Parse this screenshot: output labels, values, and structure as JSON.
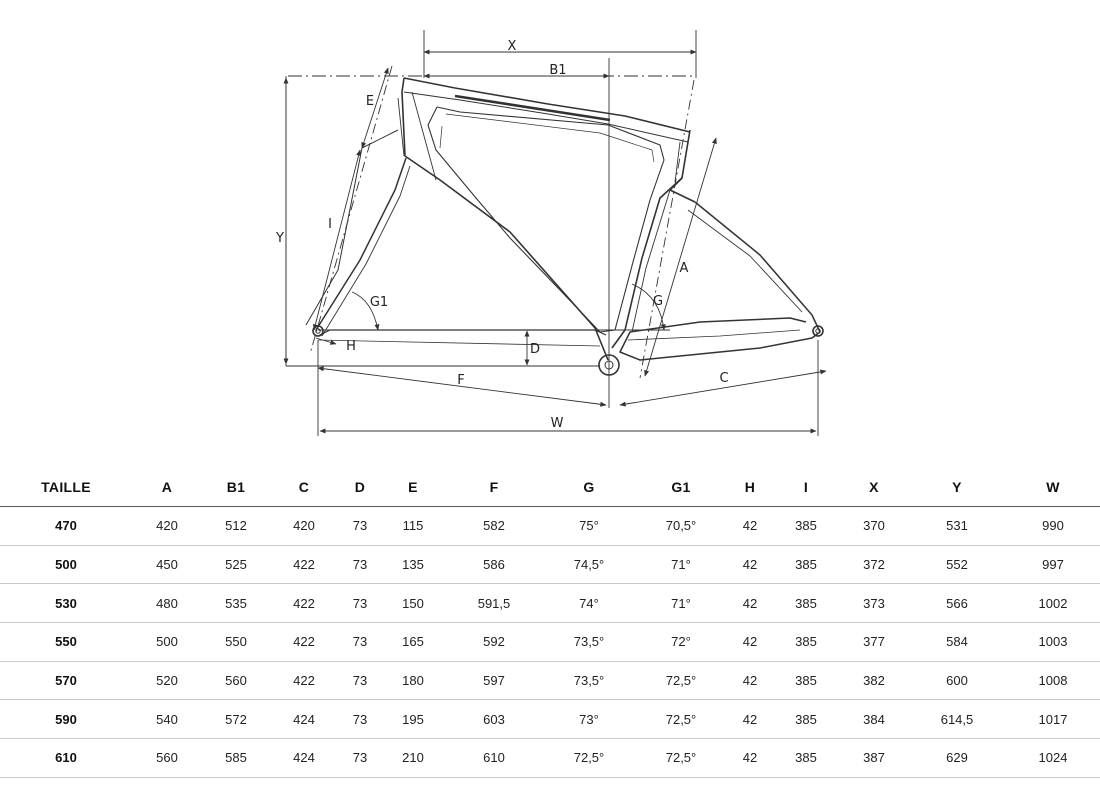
{
  "diagram": {
    "labels": {
      "X": "X",
      "B1": "B1",
      "E": "E",
      "Y": "Y",
      "I": "I",
      "G1": "G1",
      "H": "H",
      "D": "D",
      "F": "F",
      "W": "W",
      "C": "C",
      "A": "A",
      "G": "G"
    }
  },
  "table": {
    "headers": [
      "TAILLE",
      "A",
      "B1",
      "C",
      "D",
      "E",
      "F",
      "G",
      "G1",
      "H",
      "I",
      "X",
      "Y",
      "W"
    ],
    "rows": [
      [
        "470",
        "420",
        "512",
        "420",
        "73",
        "115",
        "582",
        "75°",
        "70,5°",
        "42",
        "385",
        "370",
        "531",
        "990"
      ],
      [
        "500",
        "450",
        "525",
        "422",
        "73",
        "135",
        "586",
        "74,5°",
        "71°",
        "42",
        "385",
        "372",
        "552",
        "997"
      ],
      [
        "530",
        "480",
        "535",
        "422",
        "73",
        "150",
        "591,5",
        "74°",
        "71°",
        "42",
        "385",
        "373",
        "566",
        "1002"
      ],
      [
        "550",
        "500",
        "550",
        "422",
        "73",
        "165",
        "592",
        "73,5°",
        "72°",
        "42",
        "385",
        "377",
        "584",
        "1003"
      ],
      [
        "570",
        "520",
        "560",
        "422",
        "73",
        "180",
        "597",
        "73,5°",
        "72,5°",
        "42",
        "385",
        "382",
        "600",
        "1008"
      ],
      [
        "590",
        "540",
        "572",
        "424",
        "73",
        "195",
        "603",
        "73°",
        "72,5°",
        "42",
        "385",
        "384",
        "614,5",
        "1017"
      ],
      [
        "610",
        "560",
        "585",
        "424",
        "73",
        "210",
        "610",
        "72,5°",
        "72,5°",
        "42",
        "385",
        "387",
        "629",
        "1024"
      ]
    ]
  }
}
